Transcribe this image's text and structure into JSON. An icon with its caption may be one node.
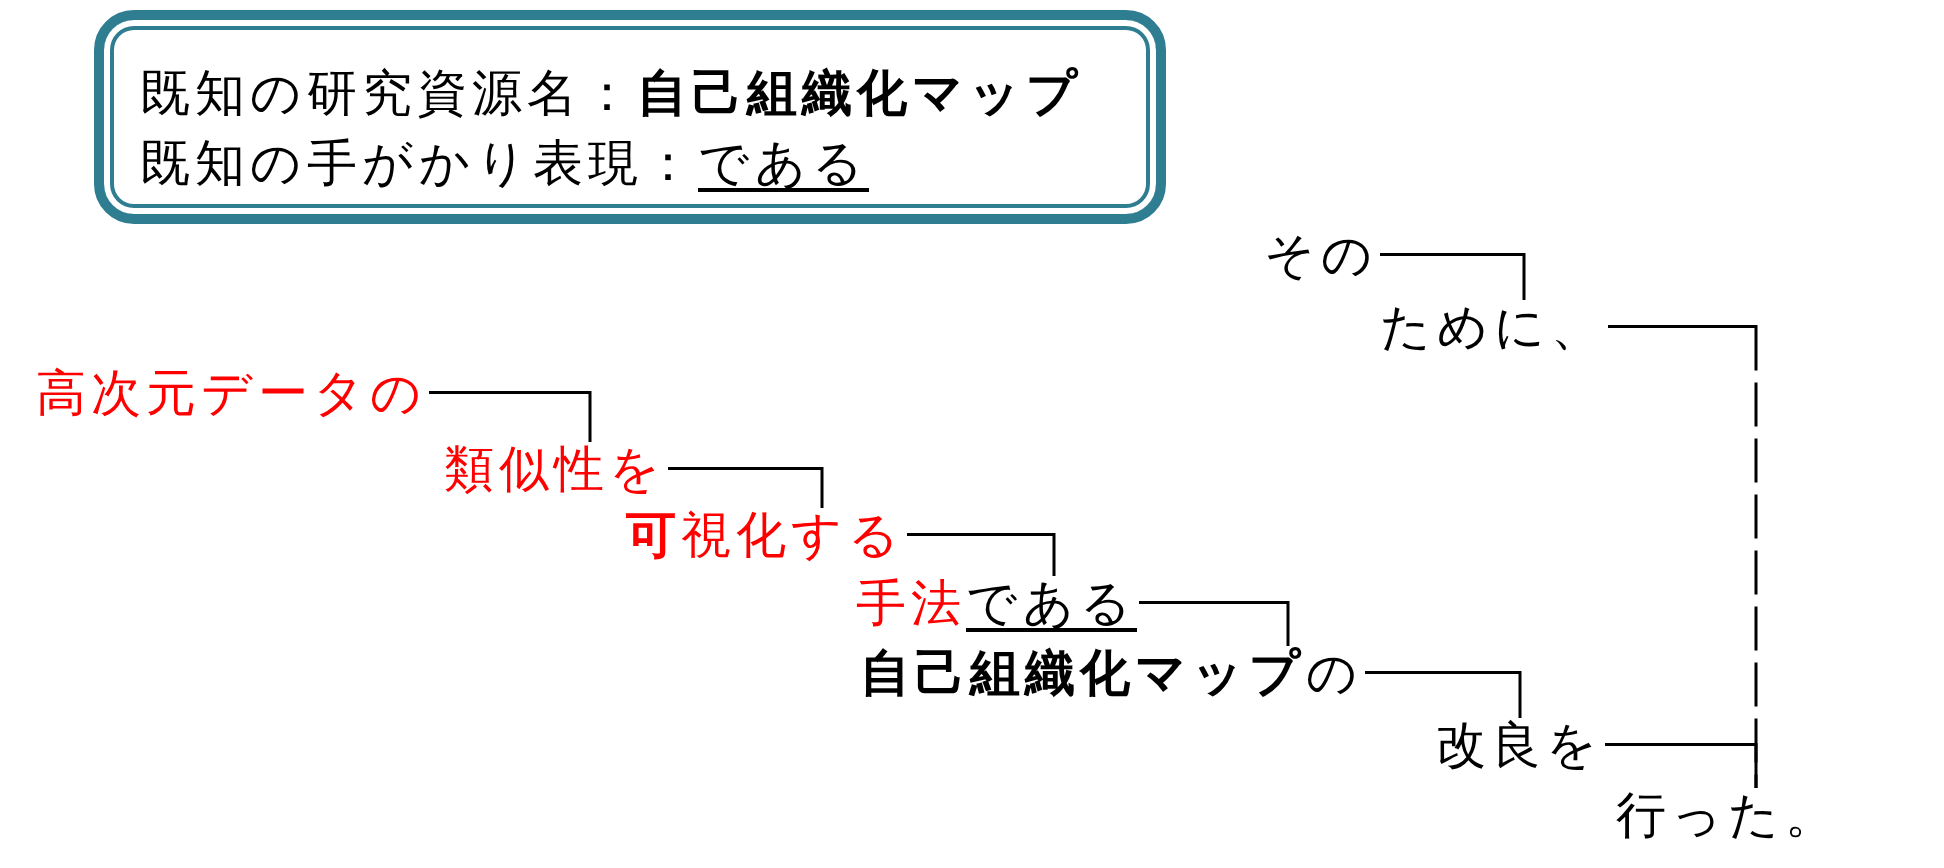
{
  "diagram": {
    "nodes": [
      {
        "text": [
          "既知の研究資源名：**自己組織化マップ**",
          "既知の手がかり表現：である"
        ]
      },
      {
        "text": [
          "その"
        ]
      },
      {
        "text": [
          "ために、"
        ]
      },
      {
        "text": [
          "高次元データの"
        ]
      },
      {
        "text": [
          "類似性を"
        ]
      },
      {
        "text": [
          "**可**視化する"
        ]
      },
      {
        "text": [
          "手法である"
        ]
      },
      {
        "text": [
          "**自己組織化マップ**の"
        ]
      },
      {
        "text": [
          "改良を"
        ]
      },
      {
        "text": [
          "行った。"
        ]
      }
    ],
    "edges": [
      {
        "from": 1,
        "to": 2,
        "arrow": "none"
      },
      {
        "from": 2,
        "to": 9,
        "arrow": "none",
        "style": "dashed"
      },
      {
        "from": 3,
        "to": 4,
        "arrow": "none"
      },
      {
        "from": 4,
        "to": 5,
        "arrow": "none"
      },
      {
        "from": 5,
        "to": 6,
        "arrow": "none"
      },
      {
        "from": 6,
        "to": 7,
        "arrow": "none"
      },
      {
        "from": 7,
        "to": 8,
        "arrow": "none"
      },
      {
        "from": 8,
        "to": 9,
        "arrow": "none"
      }
    ]
  }
}
